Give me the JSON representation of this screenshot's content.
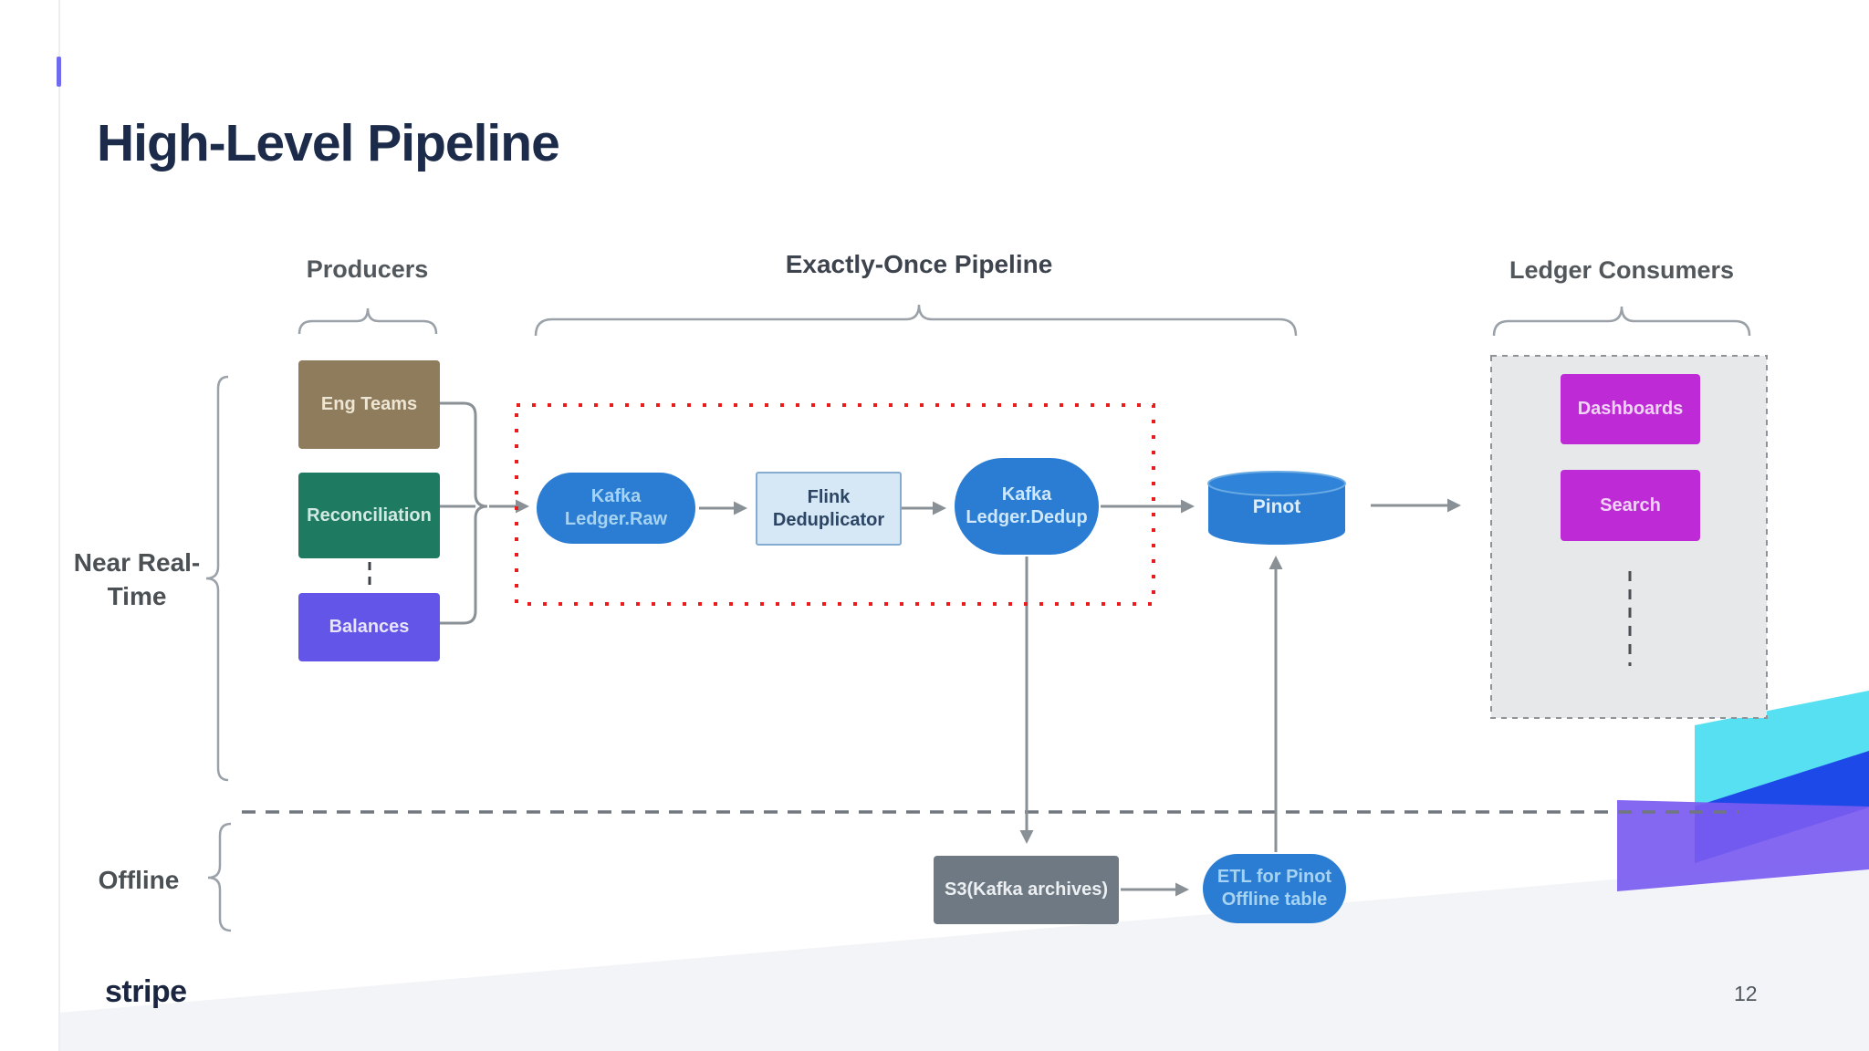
{
  "slide": {
    "title": "High-Level Pipeline",
    "brand": "stripe",
    "page_number": "12"
  },
  "sections": {
    "producers": "Producers",
    "pipeline": "Exactly-Once Pipeline",
    "consumers": "Ledger Consumers"
  },
  "row_labels": {
    "near_real_time_line1": "Near Real-",
    "near_real_time_line2": "Time",
    "offline": "Offline"
  },
  "nodes": {
    "eng_teams": {
      "label": "Eng Teams",
      "color": "#8e7c5c"
    },
    "reconciliation": {
      "label": "Reconciliation",
      "color": "#1e7a61"
    },
    "balances": {
      "label": "Balances",
      "color": "#6355e7"
    },
    "kafka_raw": {
      "line1": "Kafka",
      "line2": "Ledger.Raw",
      "color": "#2a7dd2"
    },
    "flink": {
      "line1": "Flink",
      "line2": "Deduplicator",
      "color": "#d6e7f6"
    },
    "kafka_dedup": {
      "line1": "Kafka",
      "line2": "Ledger.Dedup",
      "color": "#2a7dd2"
    },
    "pinot": {
      "label": "Pinot",
      "color": "#2a7dd2"
    },
    "dashboards": {
      "label": "Dashboards",
      "color": "#bf2ad7"
    },
    "search": {
      "label": "Search",
      "color": "#bf2ad7"
    },
    "s3": {
      "label": "S3(Kafka archives)",
      "color": "#6f7983"
    },
    "etl": {
      "line1": "ETL for Pinot",
      "line2": "Offline table",
      "color": "#2a7dd2"
    }
  },
  "colors": {
    "highlight_box": "#ea1b1b",
    "arrow": "#8a9196",
    "title": "#1b2b49",
    "accent_cyan": "#57dff2",
    "accent_blue": "#1d49e9",
    "accent_purple": "#7a5bf0"
  }
}
